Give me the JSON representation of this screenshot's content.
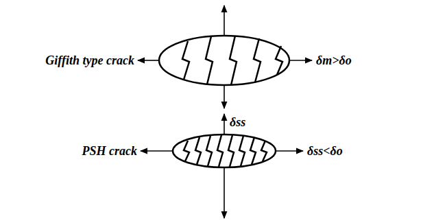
{
  "diagram": {
    "labels": [
      "Giffith type crack",
      "δm>δo",
      "δss",
      "PSH crack",
      "δss<δo"
    ]
  }
}
